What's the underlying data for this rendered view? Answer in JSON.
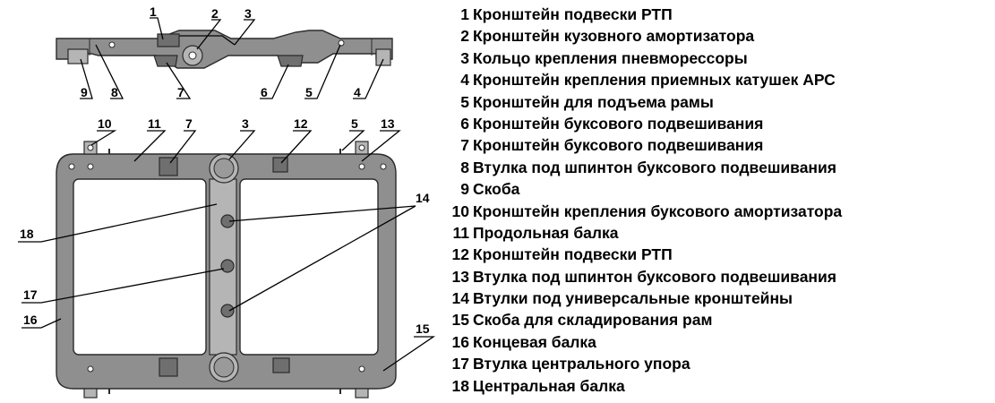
{
  "callouts": {
    "side_view": [
      "1",
      "2",
      "3",
      "9",
      "8",
      "7",
      "6",
      "5",
      "4"
    ],
    "top_view": [
      "10",
      "11",
      "7",
      "3",
      "12",
      "5",
      "13",
      "14",
      "18",
      "17",
      "16",
      "15"
    ]
  },
  "legend": [
    {
      "num": "1",
      "text": "Кронштейн подвески РТП"
    },
    {
      "num": "2",
      "text": "Кронштейн кузовного амортизатора"
    },
    {
      "num": "3",
      "text": "Кольцо крепления пневморессоры"
    },
    {
      "num": "4",
      "text": "Кронштейн крепления приемных катушек АРС"
    },
    {
      "num": "5",
      "text": "Кронштейн для подъема рамы"
    },
    {
      "num": "6",
      "text": "Кронштейн буксового подвешивания"
    },
    {
      "num": "7",
      "text": "Кронштейн буксового подвешивания"
    },
    {
      "num": "8",
      "text": "Втулка под шпинтон буксового подвешивания"
    },
    {
      "num": "9",
      "text": "Скоба"
    },
    {
      "num": "10",
      "text": "Кронштейн крепления буксового амортизатора"
    },
    {
      "num": "11",
      "text": "Продольная балка"
    },
    {
      "num": "12",
      "text": "Кронштейн подвески РТП"
    },
    {
      "num": "13",
      "text": "Втулка под шпинтон буксового подвешивания"
    },
    {
      "num": "14",
      "text": "Втулки под универсальные кронштейны"
    },
    {
      "num": "15",
      "text": "Скоба для складирования рам"
    },
    {
      "num": "16",
      "text": "Концевая балка"
    },
    {
      "num": "17",
      "text": "Втулка центрального упора"
    },
    {
      "num": "18",
      "text": "Центральная балка"
    }
  ]
}
